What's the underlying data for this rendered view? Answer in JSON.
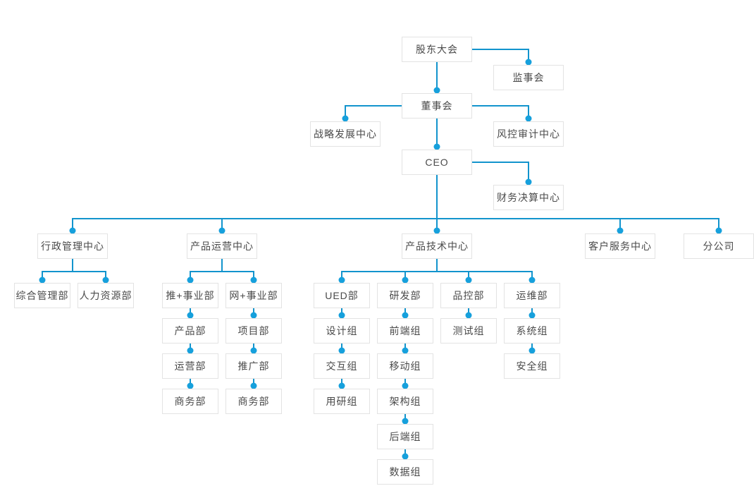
{
  "page": {
    "background": "#ffffff"
  },
  "colors": {
    "line": "#1294cd",
    "dot": "#16a0dc",
    "box_border": "#e3e3e3",
    "box_fill": "#ffffff",
    "text": "#4a4a4a"
  },
  "org": {
    "shareholders": {
      "label": "股东大会"
    },
    "supervisory": {
      "label": "监事会"
    },
    "board": {
      "label": "董事会"
    },
    "strategy": {
      "label": "战略发展中心"
    },
    "audit": {
      "label": "风控审计中心"
    },
    "ceo": {
      "label": "CEO"
    },
    "finance": {
      "label": "财务决算中心"
    },
    "centers": [
      {
        "label": "行政管理中心",
        "departments": [
          {
            "label": "综合管理部",
            "teams": []
          },
          {
            "label": "人力资源部",
            "teams": []
          }
        ]
      },
      {
        "label": "产品运营中心",
        "departments": [
          {
            "label": "推+事业部",
            "teams": [
              "产品部",
              "运营部",
              "商务部"
            ]
          },
          {
            "label": "网+事业部",
            "teams": [
              "项目部",
              "推广部",
              "商务部"
            ]
          }
        ]
      },
      {
        "label": "产品技术中心",
        "departments": [
          {
            "label": "UED部",
            "teams": [
              "设计组",
              "交互组",
              "用研组"
            ]
          },
          {
            "label": "研发部",
            "teams": [
              "前端组",
              "移动组",
              "架构组",
              "后端组",
              "数据组"
            ]
          },
          {
            "label": "品控部",
            "teams": [
              "测试组"
            ]
          },
          {
            "label": "运维部",
            "teams": [
              "系统组",
              "安全组"
            ]
          }
        ]
      },
      {
        "label": "客户服务中心",
        "departments": []
      },
      {
        "label": "分公司",
        "departments": []
      }
    ]
  }
}
